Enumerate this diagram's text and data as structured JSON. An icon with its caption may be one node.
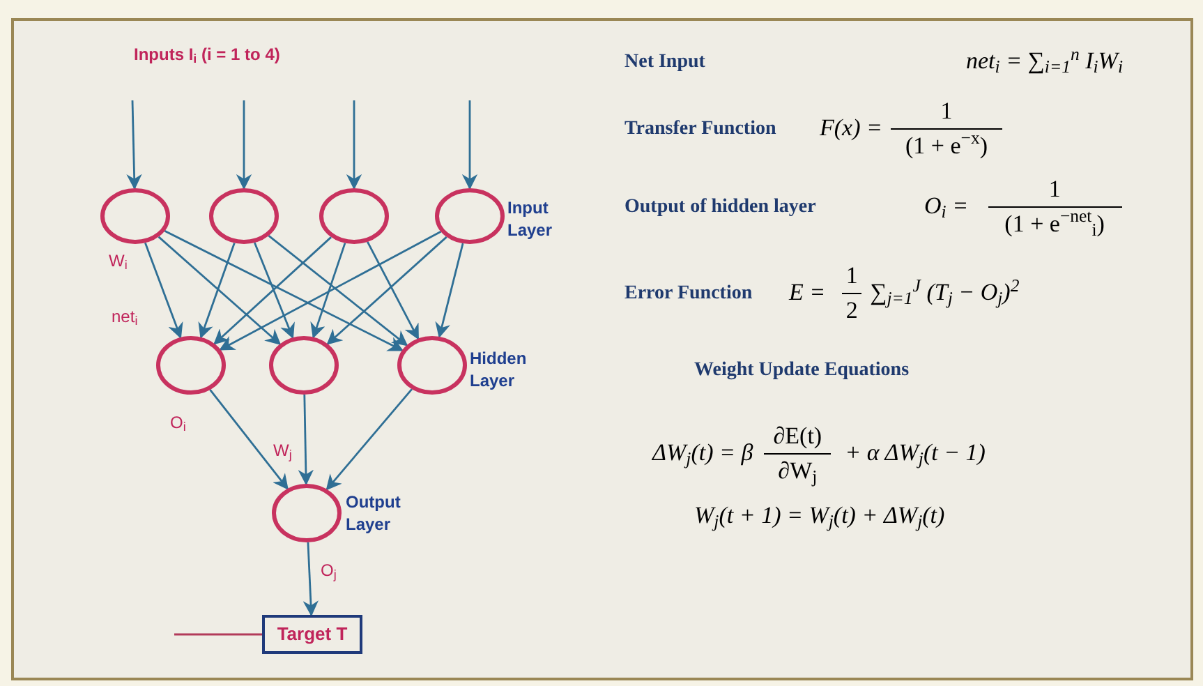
{
  "diagram": {
    "nodes": [
      {
        "text": [],
        "shape": "circle"
      },
      {
        "text": [],
        "shape": "circle"
      },
      {
        "text": [],
        "shape": "circle"
      },
      {
        "text": [],
        "shape": "circle",
        "beside": [
          "Input Layer"
        ]
      },
      {
        "text": [],
        "shape": "circle"
      },
      {
        "text": [],
        "shape": "circle"
      },
      {
        "text": [],
        "shape": "circle",
        "beside": [
          "Hidden Layer"
        ]
      },
      {
        "text": [],
        "shape": "circle",
        "beside": [
          "Output Layer"
        ]
      },
      {
        "text": [
          "Target T"
        ]
      }
    ],
    "edges": [
      {
        "from": null,
        "to": 0,
        "arrow": "to"
      },
      {
        "from": null,
        "to": 1,
        "arrow": "to"
      },
      {
        "from": null,
        "to": 2,
        "arrow": "to"
      },
      {
        "from": null,
        "to": 3,
        "arrow": "to"
      },
      {
        "from": 0,
        "to": 4,
        "arrow": "to"
      },
      {
        "from": 0,
        "to": 5,
        "arrow": "to"
      },
      {
        "from": 0,
        "to": 6,
        "arrow": "to"
      },
      {
        "from": 1,
        "to": 4,
        "arrow": "to"
      },
      {
        "from": 1,
        "to": 5,
        "arrow": "to"
      },
      {
        "from": 1,
        "to": 6,
        "arrow": "to"
      },
      {
        "from": 2,
        "to": 4,
        "arrow": "to"
      },
      {
        "from": 2,
        "to": 5,
        "arrow": "to"
      },
      {
        "from": 2,
        "to": 6,
        "arrow": "to"
      },
      {
        "from": 3,
        "to": 4,
        "arrow": "to"
      },
      {
        "from": 3,
        "to": 5,
        "arrow": "to"
      },
      {
        "from": 3,
        "to": 6,
        "arrow": "to"
      },
      {
        "from": 4,
        "to": 7,
        "arrow": "to"
      },
      {
        "from": 5,
        "to": 7,
        "arrow": "to"
      },
      {
        "from": 6,
        "to": 7,
        "arrow": "to"
      },
      {
        "from": 7,
        "to": 8,
        "arrow": "to"
      },
      {
        "from": null,
        "to": 8,
        "arrow": "none",
        "color": "#b23a5a"
      }
    ],
    "labels": [
      "Inputs I$_{i}$ (i = 1 to 4)",
      "W$_{i}$",
      "net$_{i}$",
      "O$_{i}$",
      "W$_{j}$",
      "O$_{j}$",
      "Net Input",
      "net$_{i}$ = ∑$_{i=1}$$^{n}$ I$_{i}$W$_{i}$",
      "Transfer Function",
      "F(x) =",
      "1",
      "(1 + e$^{−x}$)",
      "Output of hidden layer",
      "O$_{i}$ =",
      "1",
      "(1 + e$^{−net}$$_{i}$)",
      "Error Function",
      "E =",
      "1",
      "2",
      "∑$_{j=1}$$^{J}$ (T$_{j}$ − O$_{j}$)$^{2}$",
      "Weight Update Equations",
      "ΔW$_{j}$(t) = β",
      "∂E(t)",
      "∂W$_{j}$",
      "+ α ΔW$_{j}$(t − 1)",
      "W$_{j}$(t + 1) = W$_{j}$(t) + ΔW$_{j}$(t)"
    ]
  }
}
